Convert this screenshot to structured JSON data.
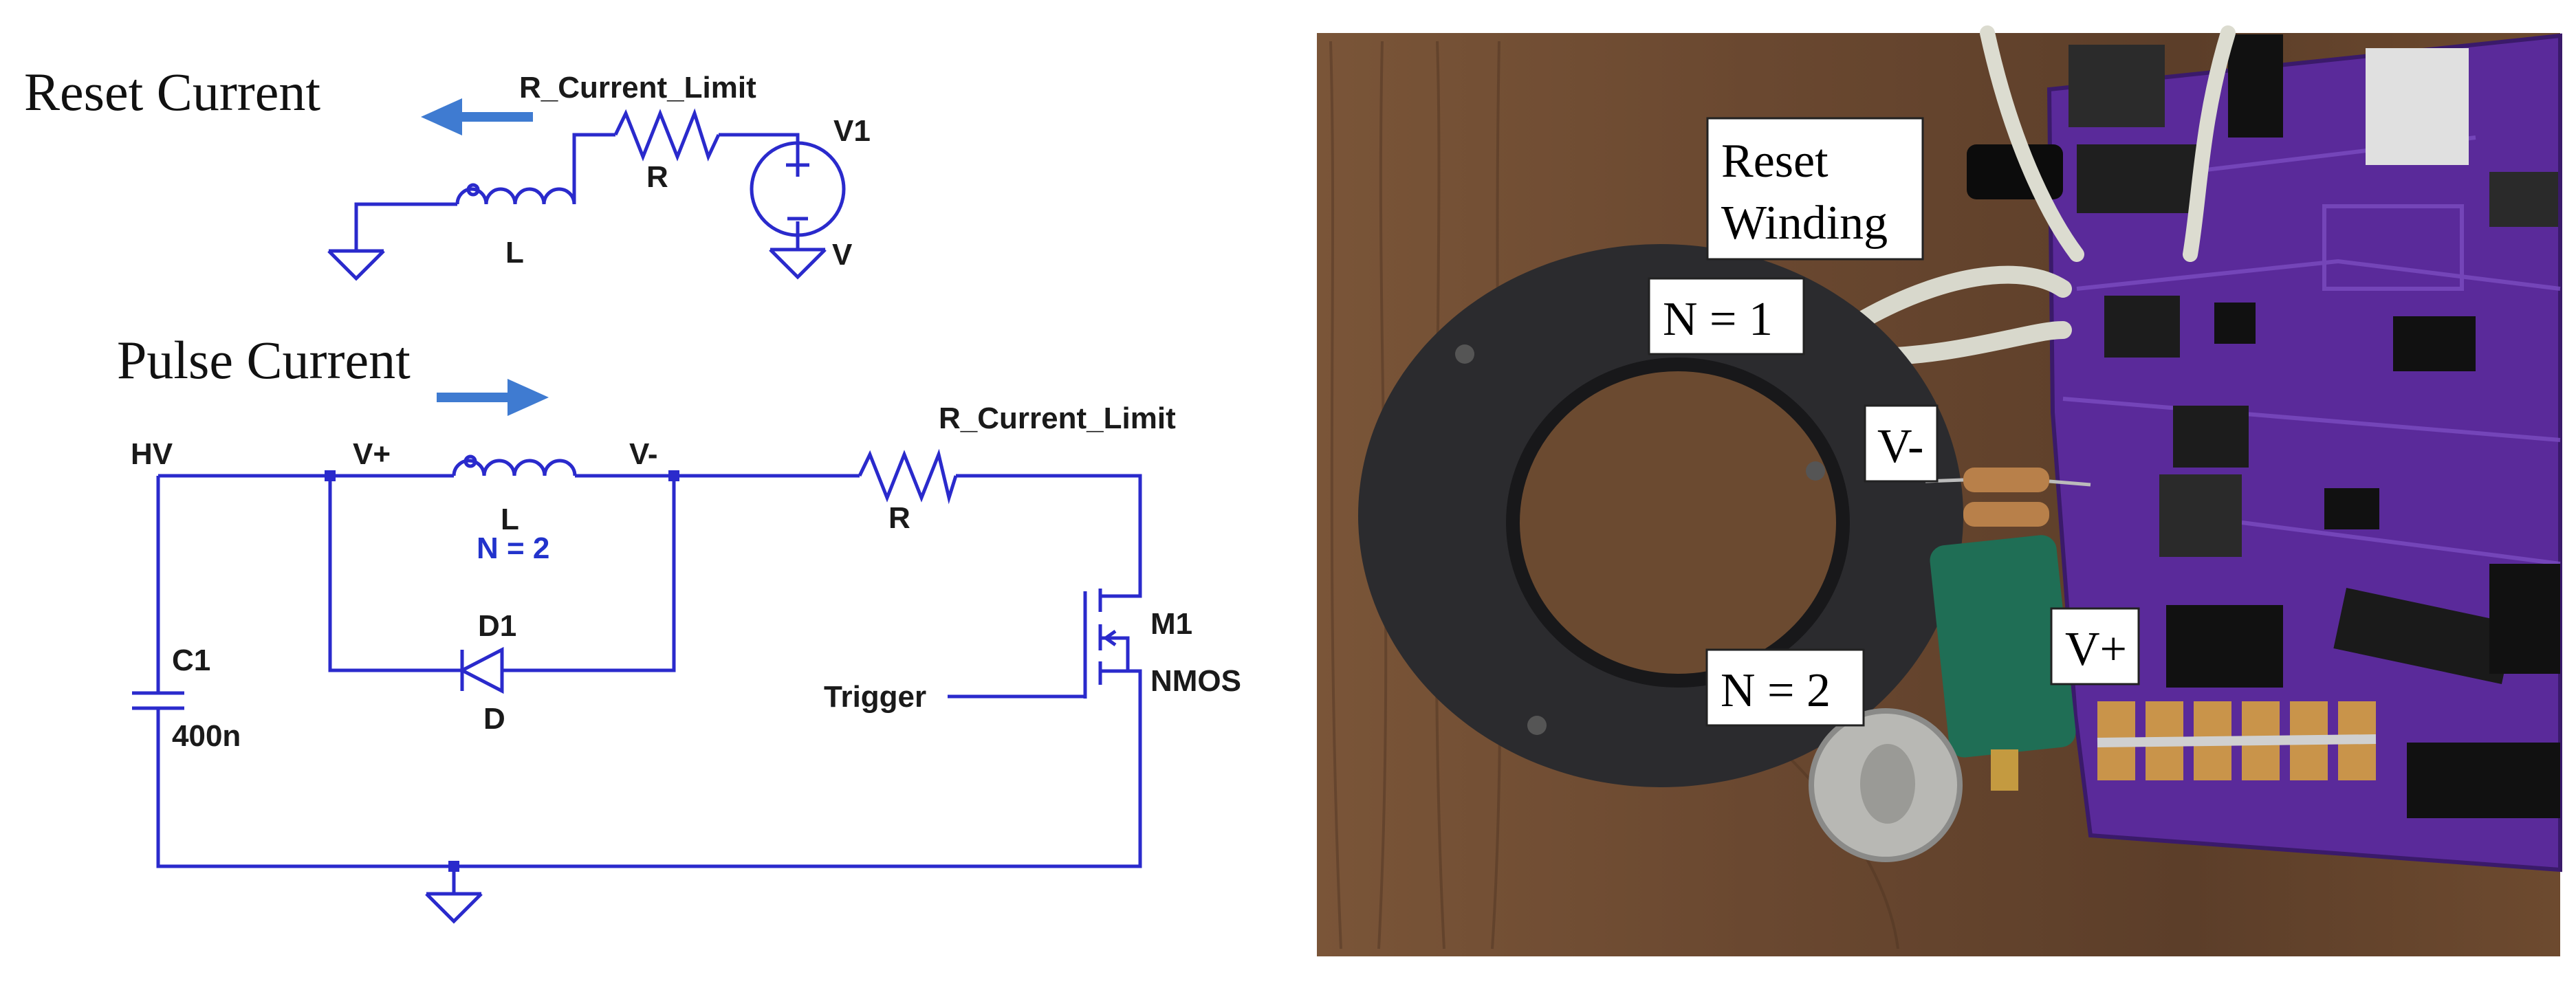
{
  "schematic": {
    "reset_title": "Reset Current",
    "pulse_title": "Pulse Current",
    "reset": {
      "resistor_name": "R_Current_Limit",
      "resistor_value": "R",
      "inductor_value": "L",
      "source_name": "V1",
      "source_value": "V"
    },
    "pulse": {
      "hv_label": "HV",
      "vplus_label": "V+",
      "vminus_label": "V-",
      "inductor_value": "L",
      "turns_label": "N = 2",
      "resistor_name": "R_Current_Limit",
      "resistor_value": "R",
      "diode_name": "D1",
      "diode_value": "D",
      "cap_name": "C1",
      "cap_value": "400n",
      "mosfet_name": "M1",
      "mosfet_value": "NMOS",
      "trigger_label": "Trigger"
    }
  },
  "photo": {
    "labels": {
      "reset_winding_line1": "Reset",
      "reset_winding_line2": "Winding",
      "n1": "N = 1",
      "vminus": "V-",
      "n2": "N = 2",
      "vplus": "V+"
    }
  },
  "colors": {
    "wire": "#2a2acc",
    "arrow": "#3f7bd1",
    "pcb": "#5a2a9a",
    "wood": "#6b4a30"
  }
}
